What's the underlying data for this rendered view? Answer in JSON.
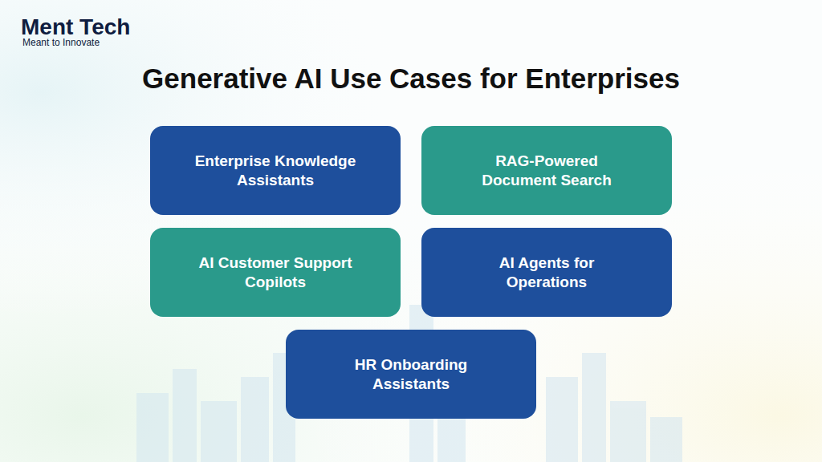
{
  "diagram": {
    "title": "Generative AI Use Cases for Enterprises",
    "nodes": [
      {
        "text": [
          "Enterprise Knowledge Assistants"
        ]
      },
      {
        "text": [
          "RAG-Powered Document Search"
        ]
      },
      {
        "text": [
          "AI Customer Support Copilots"
        ]
      },
      {
        "text": [
          "AI Agents for Operations"
        ]
      },
      {
        "text": [
          "HR Onboarding Assistants"
        ]
      }
    ],
    "labels": [
      "Ment Tech",
      "Meant to Innovate"
    ]
  }
}
